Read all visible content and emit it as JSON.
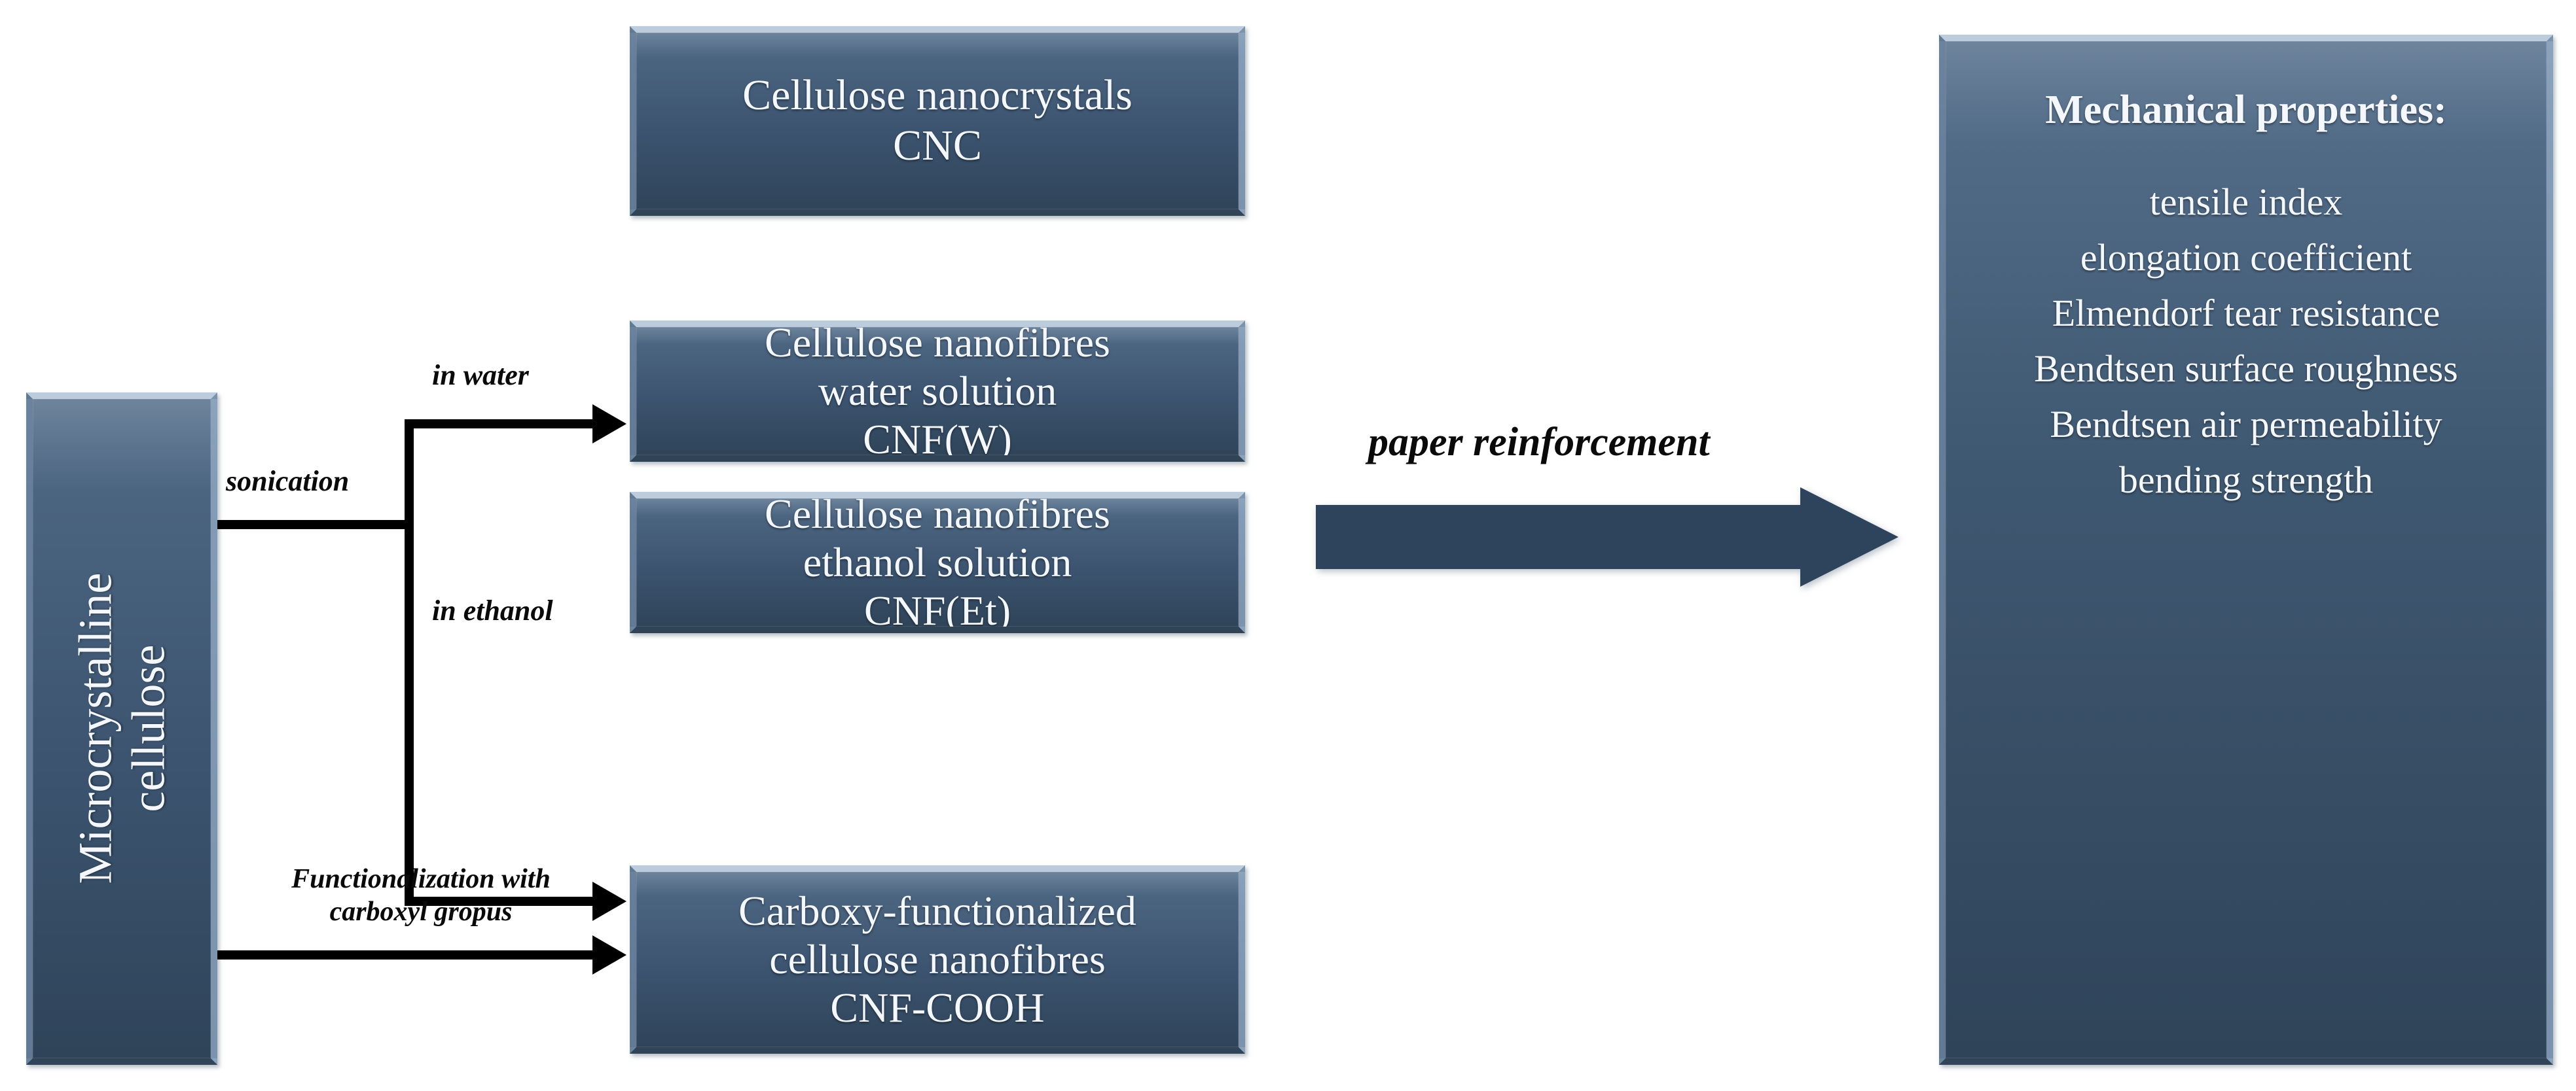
{
  "diagram": {
    "source_box": {
      "label_line_1": "Microcrystalline",
      "label_line_2": "cellulose"
    },
    "process_labels": {
      "sonication": "sonication",
      "in_water": "in water",
      "in_ethanol": "in ethanol",
      "functionalization_line_1": "Functionalization with",
      "functionalization_line_2": "carboxyl gropus",
      "paper_reinforcement": "paper reinforcement"
    },
    "product_boxes": [
      {
        "name": "cnc",
        "lines": [
          "Cellulose nanocrystals",
          "CNC"
        ]
      },
      {
        "name": "cnf-water",
        "lines": [
          "Cellulose nanofibres",
          "water solution",
          "CNF(W)"
        ]
      },
      {
        "name": "cnf-ethanol",
        "lines": [
          "Cellulose nanofibres",
          "ethanol solution",
          "CNF(Et)"
        ]
      },
      {
        "name": "cnf-cooh",
        "lines": [
          "Carboxy-functionalized",
          "cellulose nanofibres",
          "CNF-COOH"
        ]
      }
    ],
    "properties_panel": {
      "title": "Mechanical properties:",
      "items": [
        "tensile index",
        "elongation coefficient",
        "Elmendorf tear resistance",
        "Bendtsen surface roughness",
        "Bendtsen air permeability",
        "bending strength"
      ]
    },
    "colors": {
      "box_fill_light": "#6d849c",
      "box_fill_dark": "#2f4459",
      "arrow_fill": "#2e435c",
      "text_on_box": "#f4f7fb",
      "connector": "#000000",
      "background": "#ffffff"
    }
  }
}
